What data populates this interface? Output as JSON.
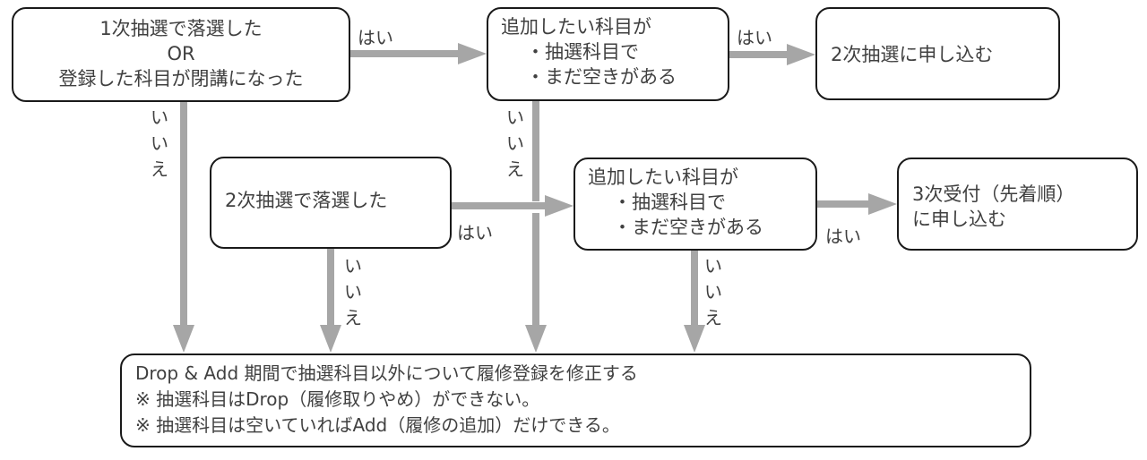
{
  "diagram": {
    "type": "flowchart",
    "connector_color": "#a6a6a6",
    "border_color": "#1a1a1a",
    "text_color": "#404040",
    "nodes": {
      "first_lottery_failed": {
        "lines": [
          "1次抽選で落選した",
          "OR",
          "登録した科目が閉講になった"
        ]
      },
      "check_subject_1": {
        "lines": [
          "追加したい科目が",
          "・抽選科目で",
          "・まだ空きがある"
        ]
      },
      "apply_second_lottery": {
        "lines": [
          "2次抽選に申し込む"
        ]
      },
      "second_lottery_failed": {
        "lines": [
          "2次抽選で落選した"
        ]
      },
      "check_subject_2": {
        "lines": [
          "追加したい科目が",
          "・抽選科目で",
          "・まだ空きがある"
        ]
      },
      "apply_third": {
        "lines": [
          "3次受付（先着順）",
          "に申し込む"
        ]
      },
      "drop_add": {
        "lines": [
          "Drop & Add 期間で抽選科目以外について履修登録を修正する",
          "※ 抽選科目はDrop（履修取りやめ）ができない。",
          "※ 抽選科目は空いていればAdd（履修の追加）だけできる。"
        ]
      }
    },
    "edges": [
      {
        "from": "first_lottery_failed",
        "to": "check_subject_1",
        "label": "はい"
      },
      {
        "from": "check_subject_1",
        "to": "apply_second_lottery",
        "label": "はい"
      },
      {
        "from": "first_lottery_failed",
        "to": "drop_add",
        "label": "いいえ"
      },
      {
        "from": "check_subject_1",
        "to": "drop_add",
        "label": "いいえ"
      },
      {
        "from": "second_lottery_failed",
        "to": "check_subject_2",
        "label": "はい"
      },
      {
        "from": "second_lottery_failed",
        "to": "drop_add",
        "label": "いいえ"
      },
      {
        "from": "check_subject_2",
        "to": "apply_third",
        "label": "はい"
      },
      {
        "from": "check_subject_2",
        "to": "drop_add",
        "label": "いいえ"
      }
    ],
    "labels": {
      "yes": "はい",
      "no": [
        "い",
        "い",
        "え"
      ]
    }
  }
}
